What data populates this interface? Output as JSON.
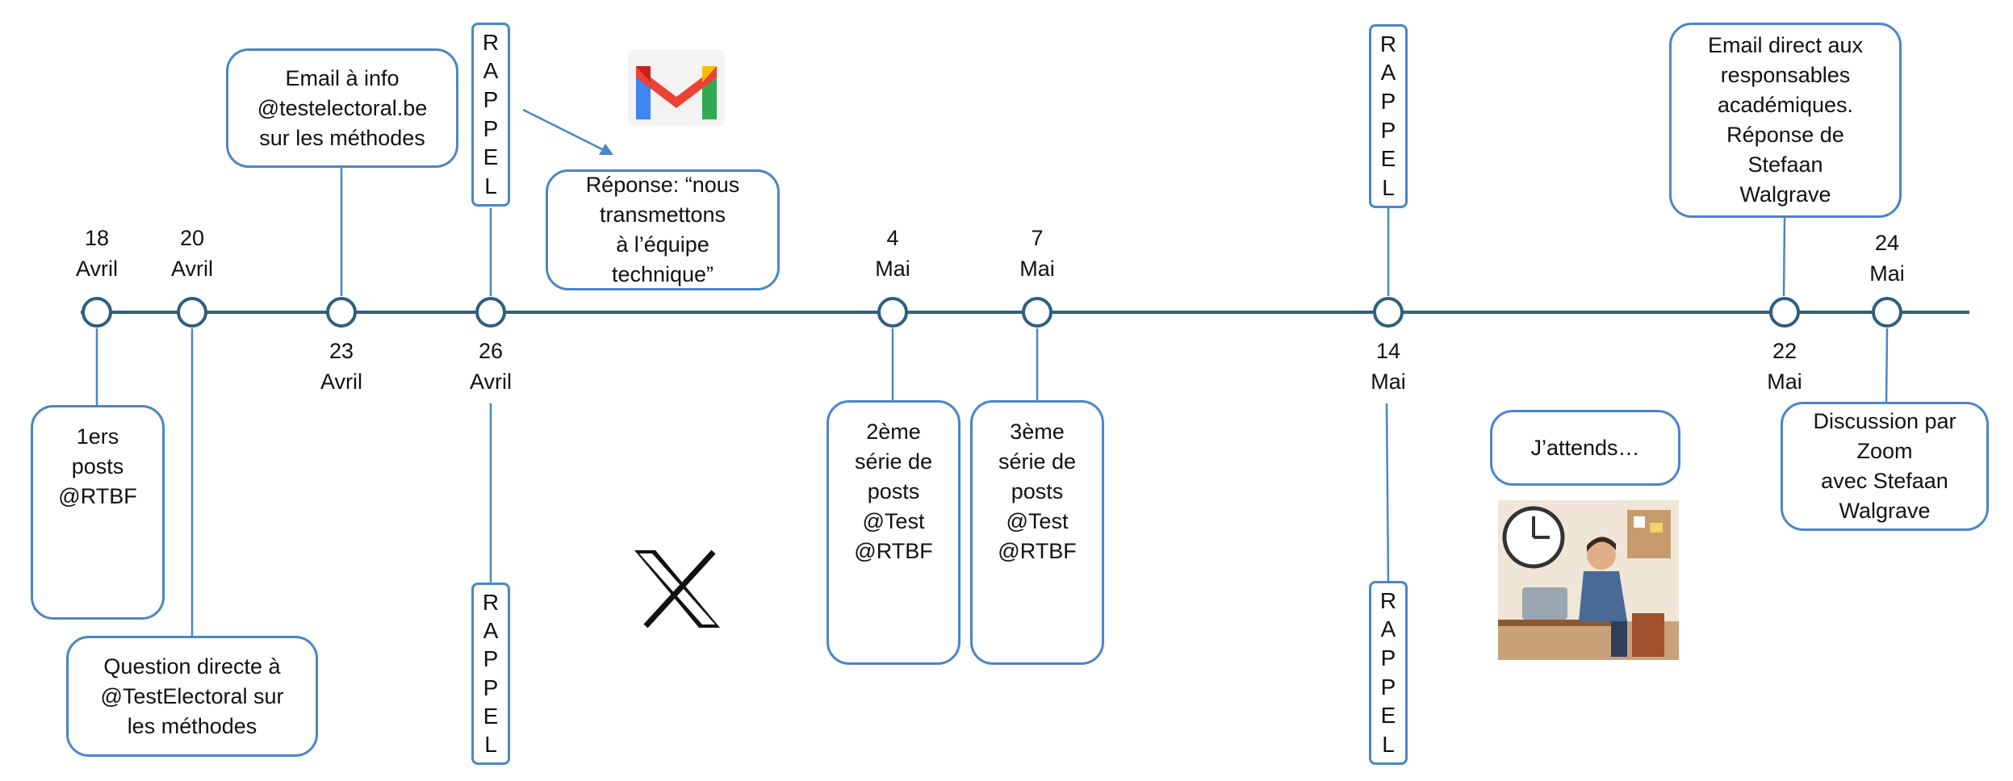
{
  "rappel_letters": [
    "R",
    "A",
    "P",
    "P",
    "E",
    "L"
  ],
  "dates": [
    {
      "day": "18",
      "month": "Avril"
    },
    {
      "day": "20",
      "month": "Avril"
    },
    {
      "day": "23",
      "month": "Avril"
    },
    {
      "day": "26",
      "month": "Avril"
    },
    {
      "day": "4",
      "month": "Mai"
    },
    {
      "day": "7",
      "month": "Mai"
    },
    {
      "day": "14",
      "month": "Mai"
    },
    {
      "day": "22",
      "month": "Mai"
    },
    {
      "day": "24",
      "month": "Mai"
    }
  ],
  "boxes": {
    "email_info": "Email à info\n@testelectoral.be\nsur les méthodes",
    "reponse": "Réponse: “nous\ntransmettons\nà l’équipe\ntechnique”",
    "email_direct": "Email direct aux\nresponsables\nacadémiques.\nRéponse de\nStefaan\nWalgrave",
    "premiers_posts": "1ers\nposts\n@RTBF",
    "question_directe": "Question directe à\n@TestElectoral sur\nles méthodes",
    "deuxieme_serie": "2ème\nsérie de\nposts\n@Test\n@RTBF",
    "troisieme_serie": "3ème\nsérie de\nposts\n@Test\n@RTBF",
    "j_attends": "J’attends…",
    "discussion_zoom": "Discussion par\nZoom\navec Stefaan\nWalgrave"
  },
  "colors": {
    "timeline": "#2f5f7f",
    "accent": "#4a86c8"
  },
  "icons": [
    "gmail-logo",
    "x-logo"
  ]
}
